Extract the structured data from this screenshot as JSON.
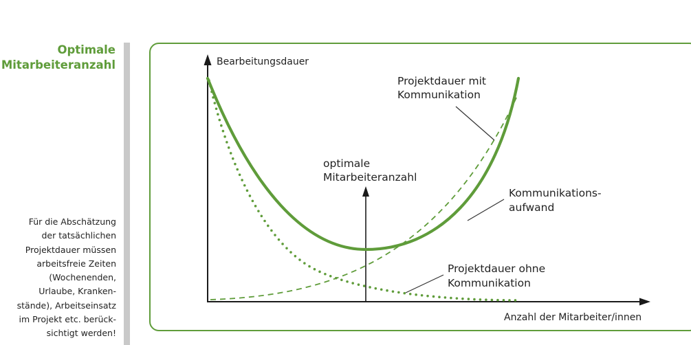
{
  "sidebar": {
    "heading_lines": [
      "Optimale",
      "Mitarbeiteranzahl"
    ],
    "note_lines": [
      "Für die Abschätzung",
      "der tatsächlichen",
      "Projektdauer müssen",
      "arbeitsfreie Zeiten",
      "(Wochenenden,",
      "Urlaube, Kranken-",
      "stände), Arbeitseinsatz",
      "im Projekt etc. berück-",
      "sichtigt werden!"
    ]
  },
  "diagram": {
    "y_axis_label": "Bearbeitungsdauer",
    "x_axis_label": "Anzahl der Mitarbeiter/innen",
    "optimum_label_lines": [
      "optimale",
      "Mitarbeiteranzahl"
    ],
    "curve_total_label_lines": [
      "Projektdauer mit",
      "Kommunikation"
    ],
    "curve_communication_label_lines": [
      "Kommunikations-",
      "aufwand"
    ],
    "curve_no_communication_label_lines": [
      "Projektdauer ohne",
      "Kommunikation"
    ],
    "colors": {
      "accent": "#5f9c3a",
      "axis": "#1a1a1a",
      "sidebar_bar": "#c9c9c9"
    }
  }
}
